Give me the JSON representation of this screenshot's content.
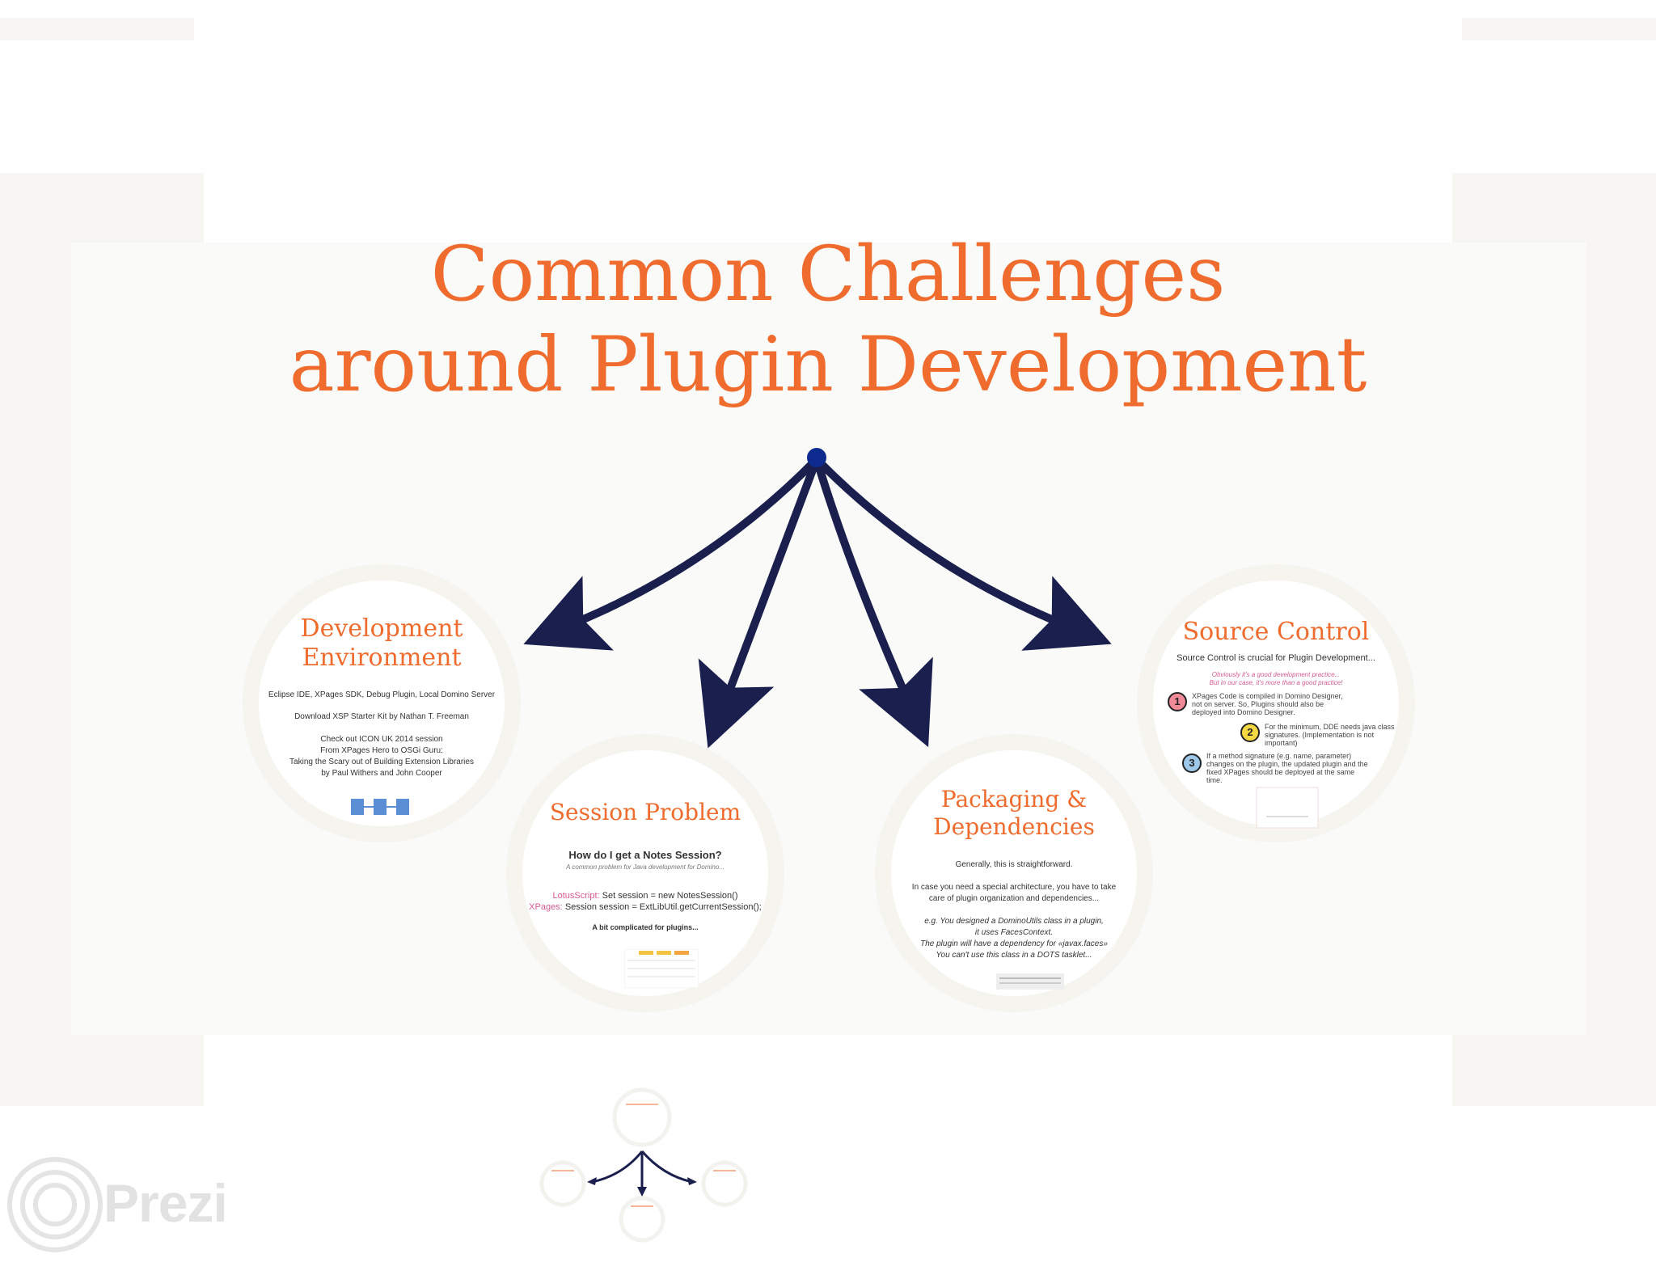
{
  "title": {
    "line1": "Common Challenges",
    "line2": "around Plugin Development"
  },
  "colors": {
    "accent": "#ef6c2e",
    "arrow": "#1b1f4e",
    "ring": "#f5f4ef"
  },
  "circles": {
    "dev_env": {
      "title1": "Development",
      "title2": "Environment",
      "lines": [
        "Eclipse IDE, XPages SDK, Debug Plugin, Local Domino Server",
        "Download XSP Starter Kit by Nathan T. Freeman",
        "Check out ICON UK 2014 session",
        "From XPages Hero to OSGi Guru:",
        "Taking the Scary out of Building Extension Libraries",
        "by Paul Withers and John Cooper"
      ]
    },
    "session": {
      "title": "Session Problem",
      "q": "How do I get a Notes Session?",
      "sub": "A common problem for Java development for Domino...",
      "ls_prefix": "LotusScript:",
      "ls": "Set session = new NotesSession()",
      "xp_prefix": "XPages:",
      "xp": "Session session = ExtLibUtil.getCurrentSession();",
      "footer": "A bit complicated for plugins..."
    },
    "packaging": {
      "title1": "Packaging &",
      "title2": "Dependencies",
      "l1": "Generally, this is straightforward.",
      "l2": "In case you need a special architecture, you have to take",
      "l3": "care of plugin organization and dependencies...",
      "l4": "e.g. You designed a DominoUtils class in a plugin,",
      "l5": "it uses FacesContext.",
      "l6": "The plugin will have a dependency for «javax.faces»",
      "l7": "You can't use this class in a DOTS tasklet..."
    },
    "source": {
      "title": "Source Control",
      "l1": "Source Control is crucial for Plugin Development...",
      "l2": "Obviously it's a good development practice...",
      "l3": "But in our case, it's more than a good practice!",
      "b1": "1",
      "b1_text": "XPages Code is compiled in Domino Designer, not on server. So, Plugins should also be deployed into Domino Designer.",
      "b2": "2",
      "b2_text": "For the minimum, DDE needs java class signatures. (Implementation is not important)",
      "b3": "3",
      "b3_text": "If a method signature (e.g. name, parameter) changes on the plugin, the updated plugin and the fixed XPages should be deployed at the same time."
    }
  },
  "logo": {
    "text": "Prezi"
  }
}
